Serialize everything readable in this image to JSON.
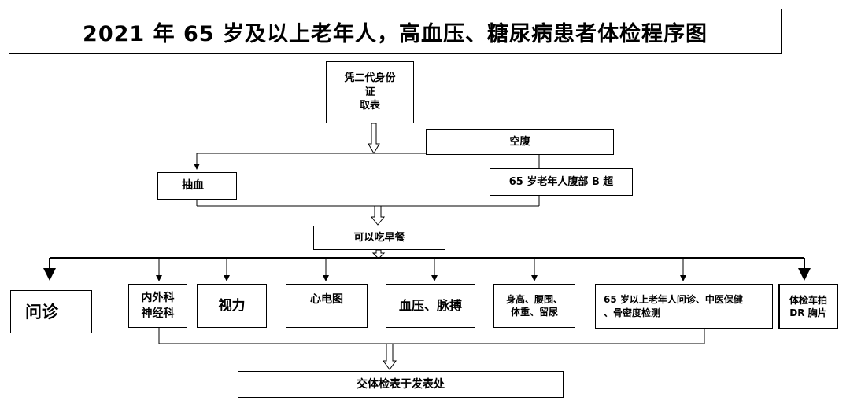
{
  "title": "2021 年 65 岁及以上老年人，高血压、糖尿病患者体检程序图",
  "steps": {
    "start": "凭二代身份\n证\n取表",
    "fasting": "空腹",
    "blood": "抽血",
    "ultrasound": "65 岁老年人腹部 B 超",
    "breakfast": "可以吃早餐",
    "inquiry": "问诊",
    "internal": "内外科\n神经科",
    "vision": "视力",
    "ecg": "心电图",
    "bp": "血压、脉搏",
    "body": "身高、腰围、\n体重、留尿",
    "elderly": "65 岁以上老年人问诊、中医保健\n、骨密度检测",
    "dr": "体检车拍\nDR 胸片",
    "submit": "交体检表于发表处"
  }
}
